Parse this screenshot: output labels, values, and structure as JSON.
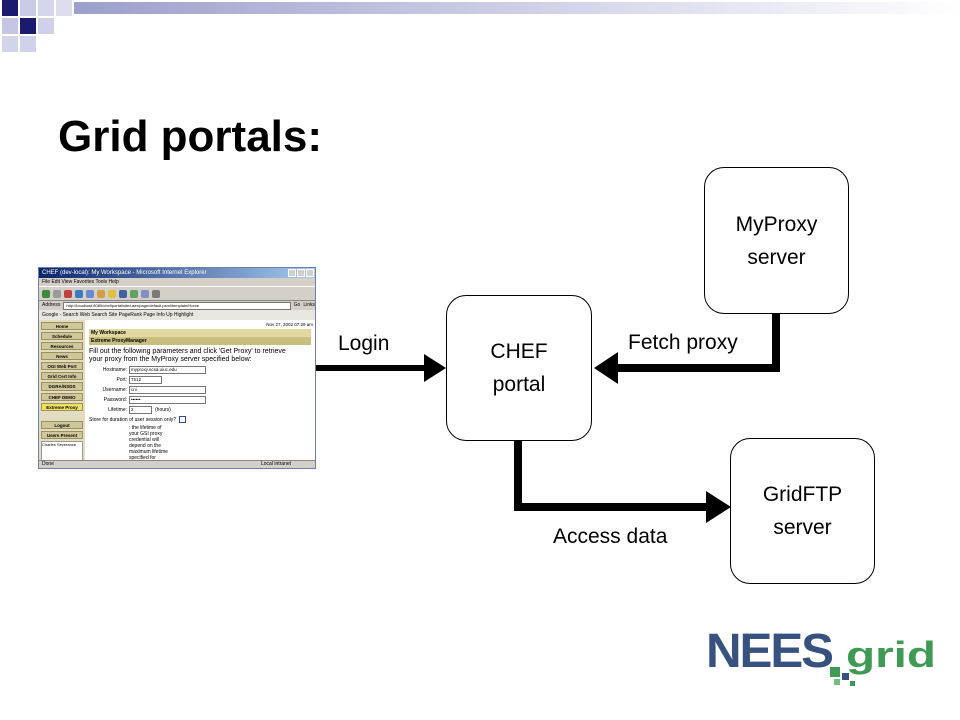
{
  "slide": {
    "title": "Grid portals:"
  },
  "diagram": {
    "nodes": {
      "myproxy": {
        "line1": "MyProxy",
        "line2": "server"
      },
      "chef": {
        "line1": "CHEF",
        "line2": "portal"
      },
      "gridftp": {
        "line1": "GridFTP",
        "line2": "server"
      }
    },
    "edges": {
      "login": "Login",
      "fetch_proxy": "Fetch proxy",
      "access_data": "Access data"
    }
  },
  "browser": {
    "window_title": "CHEF (dev-local): My Workspace - Microsoft Internet Explorer",
    "menu": "File  Edit  View  Favorites  Tools  Help",
    "address_label": "Address",
    "address": "http://localhost:8080/chef/portal/site/user/page/default.psml/template/Home",
    "go": "Go",
    "links": "Links",
    "google_bar": "Google -  Search Web  Search Site  PageRank  Page Info  Up  Highlight",
    "breadcrumb": "My Workspace",
    "tool_name": "Extreme ProxyManager",
    "date": "Nov 27, 2002 07:29 am",
    "nav": [
      "Home",
      "Schedule",
      "Resources",
      "News",
      "OGI Web Port",
      "Grid Cert Info",
      "DGRA/NSDS",
      "CHEF DEMO",
      "Extreme Proxy"
    ],
    "logout": "Logout",
    "users_present": "Users Present",
    "user": "Charles Severance",
    "instructions": "Fill out the following parameters and click 'Get Proxy' to retrieve your proxy from the MyProxy server specified below:",
    "form": {
      "hostname_label": "Hostname:",
      "hostname": "myproxy.ncsa.uiuc.edu",
      "port_label": "Port:",
      "port": "7512",
      "username_label": "Username:",
      "username": "cni",
      "password_label": "Password:",
      "password": "••••••",
      "lifetime_label": "Lifetime:",
      "lifetime": "2",
      "lifetime_unit": "(hours)",
      "store_label": "Store for duration of user session only?"
    },
    "note": ": the lifetime of your GSI proxy credential will depend on the maximum lifetime specified for delegated credentials",
    "status_left": "Done",
    "status_right": "Local intranet"
  },
  "logo": {
    "part1": "NEES",
    "part2": "grid"
  },
  "colors": {
    "corner_dark": "#1a1a6e",
    "corner_light": "#c4c6e4",
    "logo_blue": "#37527f",
    "logo_green": "#3f9a55",
    "arrow": "#000000"
  }
}
